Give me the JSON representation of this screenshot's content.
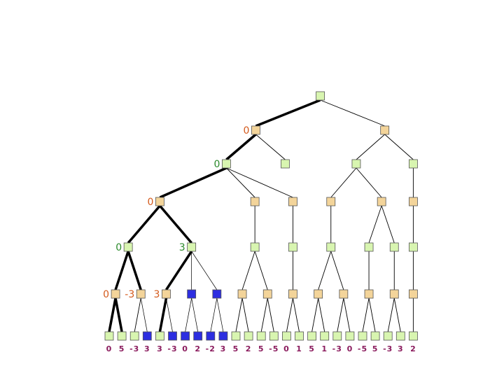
{
  "colors": {
    "max_node": "#f3d49a",
    "min_node": "#d8f5b0",
    "pruned_node": "#2d2ee0",
    "label_max": "#d45a1c",
    "label_min": "#2a8a2a",
    "leaf_value": "#8b1c5e"
  },
  "tree": {
    "id": "r",
    "kind": "min",
    "children": [
      {
        "id": "a",
        "kind": "max",
        "label": "0",
        "label_color": "label_max",
        "bold": true,
        "children": [
          {
            "id": "a1",
            "kind": "min",
            "label": "0",
            "label_color": "label_min",
            "bold": true,
            "children": [
              {
                "id": "a1a",
                "kind": "max",
                "label": "0",
                "label_color": "label_max",
                "bold": true,
                "children": [
                  {
                    "id": "a1a1",
                    "kind": "min",
                    "label": "0",
                    "label_color": "label_min",
                    "bold": true,
                    "children": [
                      {
                        "id": "p0",
                        "kind": "max",
                        "label": "0",
                        "label_color": "label_max",
                        "bold": true,
                        "children": [
                          {
                            "kind": "min",
                            "leaf": "0",
                            "bold": true
                          },
                          {
                            "kind": "min",
                            "leaf": "5",
                            "bold": true
                          }
                        ]
                      },
                      {
                        "id": "p1",
                        "kind": "max",
                        "label": "-3",
                        "label_color": "label_max",
                        "bold": true,
                        "children": [
                          {
                            "kind": "min",
                            "leaf": "-3"
                          },
                          {
                            "kind": "pruned",
                            "leaf": "3"
                          }
                        ]
                      }
                    ]
                  },
                  {
                    "id": "a1a2",
                    "kind": "min",
                    "label": "3",
                    "label_color": "label_min",
                    "bold": true,
                    "children": [
                      {
                        "id": "p2",
                        "kind": "max",
                        "label": "3",
                        "label_color": "label_max",
                        "bold": true,
                        "children": [
                          {
                            "kind": "min",
                            "leaf": "3",
                            "bold": true
                          },
                          {
                            "kind": "pruned",
                            "leaf": "-3"
                          }
                        ]
                      },
                      {
                        "id": "p3",
                        "kind": "pruned",
                        "children": [
                          {
                            "kind": "pruned",
                            "leaf": "0"
                          },
                          {
                            "kind": "pruned",
                            "leaf": "2"
                          }
                        ]
                      },
                      {
                        "id": "p4",
                        "kind": "pruned",
                        "children": [
                          {
                            "kind": "pruned",
                            "leaf": "-2"
                          },
                          {
                            "kind": "pruned",
                            "leaf": "3"
                          }
                        ]
                      }
                    ]
                  }
                ]
              },
              {
                "id": "a1b",
                "kind": "max",
                "children": [
                  {
                    "id": "a1b1",
                    "kind": "min",
                    "children": [
                      {
                        "id": "p5",
                        "kind": "max",
                        "children": [
                          {
                            "kind": "min",
                            "leaf": "5"
                          },
                          {
                            "kind": "min",
                            "leaf": "2"
                          }
                        ]
                      },
                      {
                        "id": "p6",
                        "kind": "max",
                        "children": [
                          {
                            "kind": "min",
                            "leaf": "5"
                          },
                          {
                            "kind": "min",
                            "leaf": "-5"
                          }
                        ]
                      }
                    ]
                  }
                ]
              },
              {
                "id": "a1c",
                "kind": "max",
                "children": [
                  {
                    "id": "a1c1",
                    "kind": "min",
                    "children": [
                      {
                        "id": "p7",
                        "kind": "max",
                        "children": [
                          {
                            "kind": "min",
                            "leaf": "0"
                          },
                          {
                            "kind": "min",
                            "leaf": "1"
                          }
                        ]
                      }
                    ]
                  }
                ]
              }
            ]
          },
          {
            "id": "a2",
            "kind": "min",
            "children": []
          }
        ]
      },
      {
        "id": "b",
        "kind": "max",
        "children": [
          {
            "id": "b1",
            "kind": "min",
            "children": [
              {
                "id": "b1a",
                "kind": "max",
                "children": [
                  {
                    "id": "b1a1",
                    "kind": "min",
                    "children": [
                      {
                        "id": "p8",
                        "kind": "max",
                        "children": [
                          {
                            "kind": "min",
                            "leaf": "5"
                          },
                          {
                            "kind": "min",
                            "leaf": "1"
                          }
                        ]
                      },
                      {
                        "id": "p9",
                        "kind": "max",
                        "children": [
                          {
                            "kind": "min",
                            "leaf": "-3"
                          },
                          {
                            "kind": "min",
                            "leaf": "0"
                          }
                        ]
                      }
                    ]
                  }
                ]
              },
              {
                "id": "b1b",
                "kind": "max",
                "children": [
                  {
                    "id": "b1b1",
                    "kind": "min",
                    "children": [
                      {
                        "id": "p10",
                        "kind": "max",
                        "children": [
                          {
                            "kind": "min",
                            "leaf": "-5"
                          },
                          {
                            "kind": "min",
                            "leaf": "5"
                          }
                        ]
                      }
                    ]
                  },
                  {
                    "id": "b1b2",
                    "kind": "min",
                    "children": [
                      {
                        "id": "p11",
                        "kind": "max",
                        "children": [
                          {
                            "kind": "min",
                            "leaf": "-3"
                          },
                          {
                            "kind": "min",
                            "leaf": "3"
                          }
                        ]
                      }
                    ]
                  }
                ]
              }
            ]
          },
          {
            "id": "b2",
            "kind": "min",
            "children": [
              {
                "id": "b2a",
                "kind": "max",
                "children": [
                  {
                    "id": "b2a1",
                    "kind": "min",
                    "children": [
                      {
                        "id": "p12",
                        "kind": "max",
                        "children": [
                          {
                            "kind": "min",
                            "leaf": "2"
                          }
                        ]
                      }
                    ]
                  }
                ]
              }
            ]
          }
        ]
      }
    ]
  }
}
